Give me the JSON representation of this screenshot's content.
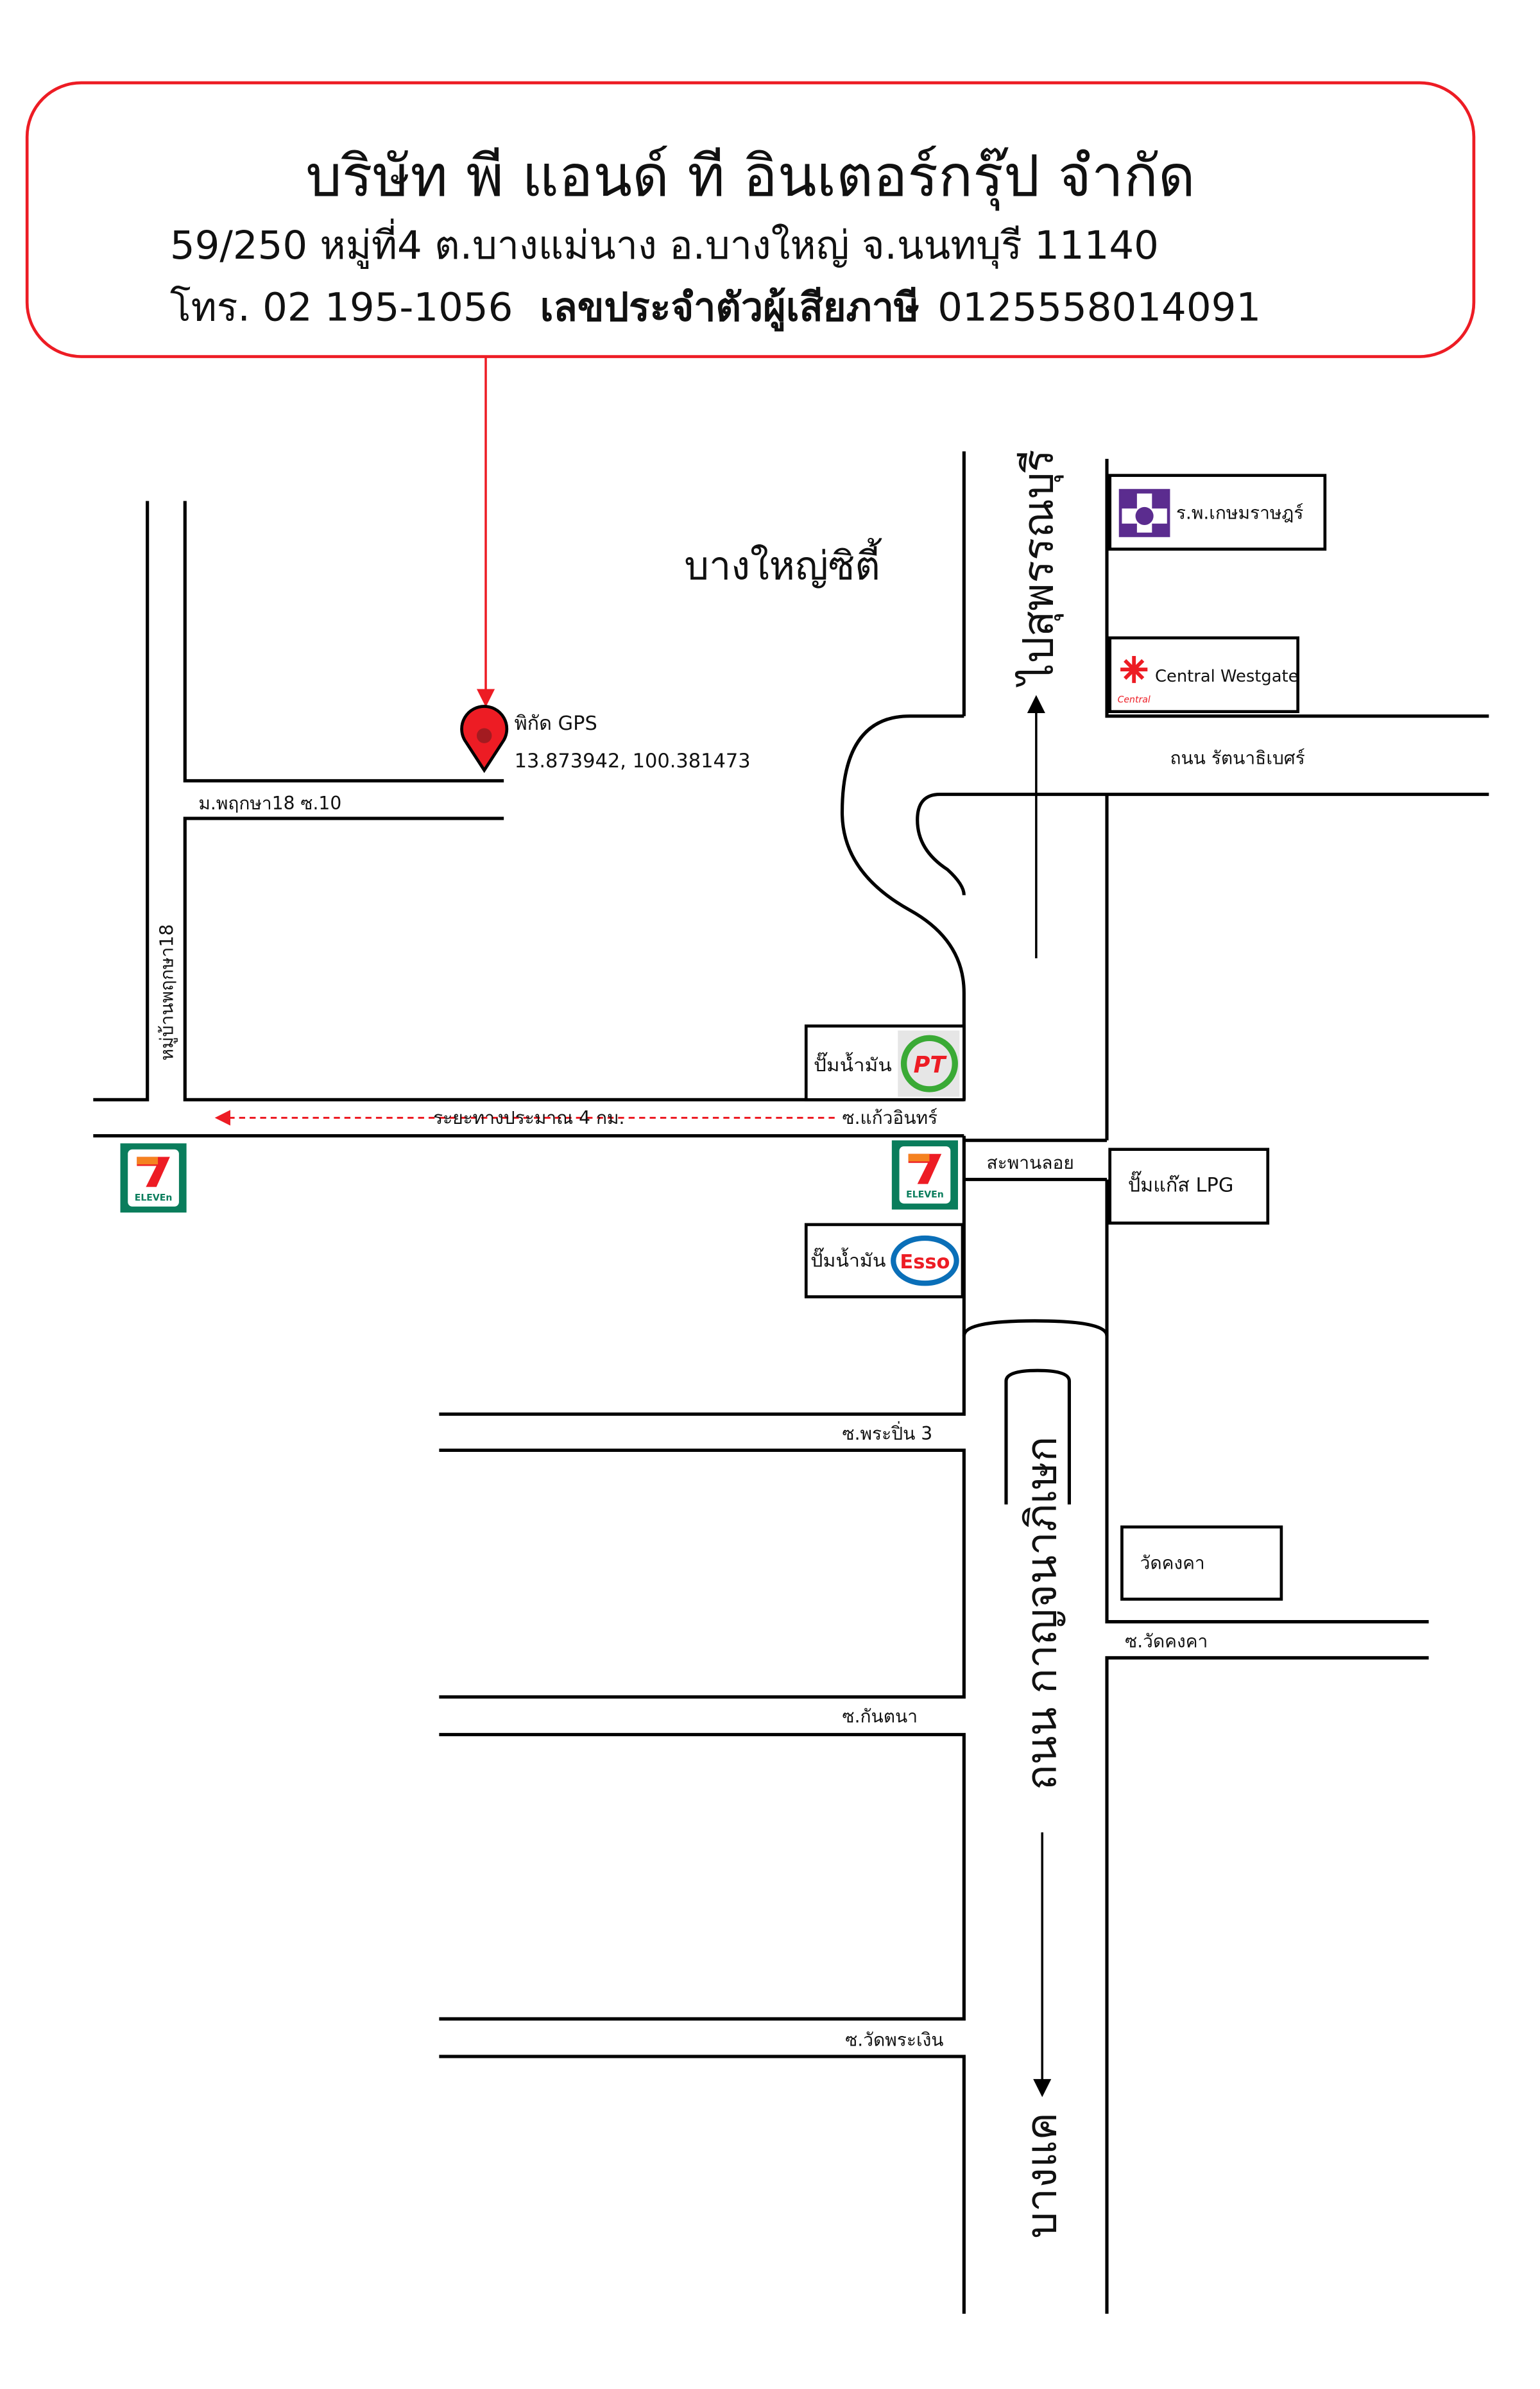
{
  "header": {
    "company": "บริษัท พี แอนด์ ที อินเตอร์กรุ๊ป จำกัด",
    "address": "59/250  หมู่ที่4 ต.บางแม่นาง อ.บางใหญ่ จ.นนทบุรี 11140",
    "phone": "โทร. 02 195-1056",
    "tax_label": "เลขประจำตัวผู้เสียภาษี",
    "tax_id": "0125558014091"
  },
  "gps": {
    "label": "พิกัด GPS",
    "coords": "13.873942, 100.381473"
  },
  "labels": {
    "bangyai_city": "บางใหญ่ซิตี้",
    "to_suphanburi": "ไปสุพรรณบุรี",
    "rattanathibet_rd": "ถนน รัตนาธิเบศร์",
    "pruksa_soi": "ม.พฤกษา18 ซ.10",
    "pruksa_village": "หมู่บ้านพฤกษา18",
    "distance": "ระยะทางประมาณ 4 กม.",
    "soi_kaewin": "ซ.แก้วอินทร์",
    "footbridge": "สะพานลอย",
    "soi_phrapin3": "ซ.พระปิ่น 3",
    "kanchanaphisek_rd": "ถนน กาญจนาภิเษก",
    "soi_kantana": "ซ.กันตนา",
    "soi_wat_phra_ngoen": "ซ.วัดพระเงิน",
    "soi_wat_khongkha": "ซ.วัดคงคา",
    "to_bangkhae": "บางแค"
  },
  "places": {
    "hospital": "ร.พ.เกษมราษฎร์",
    "central": "Central  Westgate",
    "central_logo": "Central",
    "pt_station": "ปั๊มน้ำมัน",
    "pt_logo": "PT",
    "esso_station": "ปั๊มน้ำมัน",
    "esso_logo": "Esso",
    "lpg_station": "ปั๊มแก๊ส LPG",
    "wat_khongkha": "วัดคงคา",
    "seven_eleven_logo": "ELEVEn"
  },
  "colors": {
    "accent_red": "#ed1c24",
    "seven_green": "#0a7d5c",
    "seven_orange": "#f58220",
    "pt_green": "#3aaa35",
    "esso_blue": "#0a6fb8",
    "hospital_purple": "#5b2c8f"
  }
}
